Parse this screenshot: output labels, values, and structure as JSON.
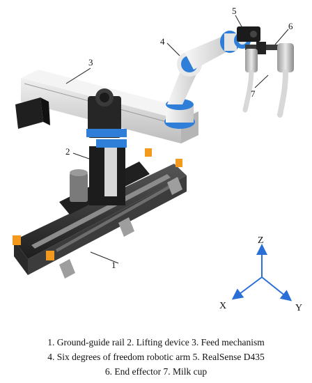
{
  "callouts": [
    "1",
    "2",
    "3",
    "4",
    "5",
    "6",
    "7"
  ],
  "axes": {
    "z": "Z",
    "x": "X",
    "y": "Y"
  },
  "caption": {
    "line1": "1. Ground-guide rail 2. Lifting device 3. Feed mechanism",
    "line2": "4. Six degrees of freedom robotic arm 5. RealSense D435",
    "line3": "6. End effector 7. Milk cup"
  },
  "colors": {
    "rail": "#3a3a3a",
    "beam": "#d9d9d9",
    "arm": "#e6e6e6",
    "joint": "#2f7fd8",
    "stopper": "#f39a1e"
  }
}
